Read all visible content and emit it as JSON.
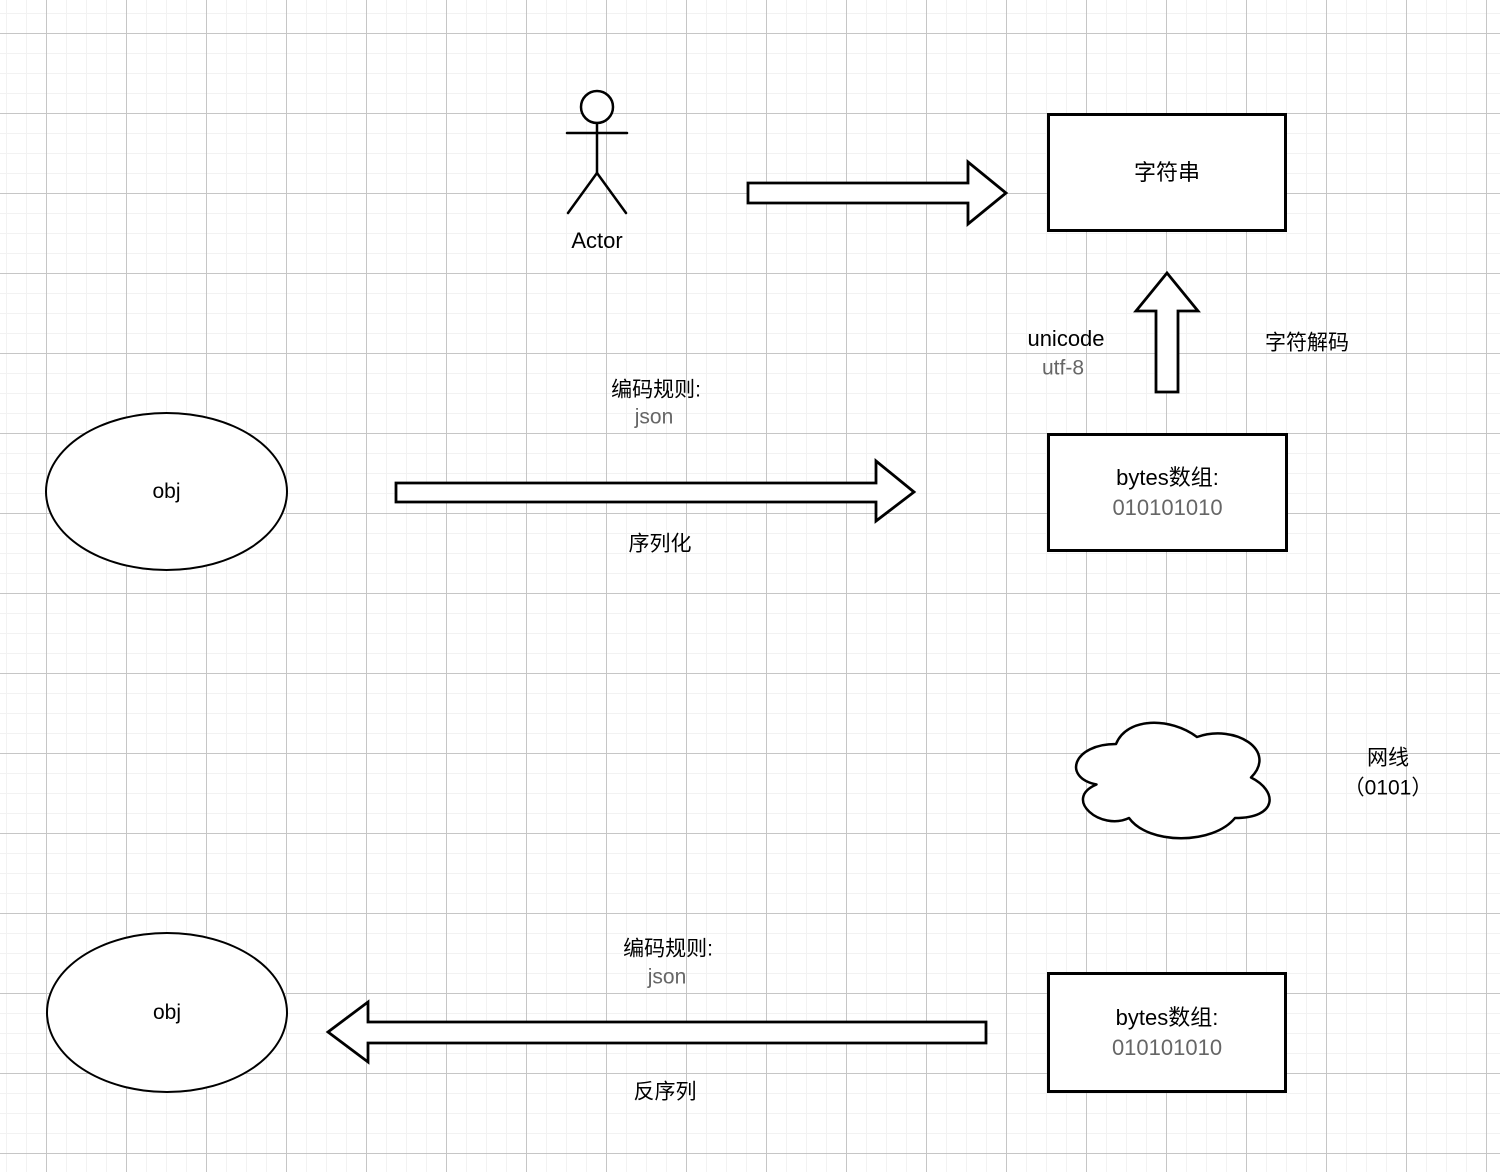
{
  "colors": {
    "stroke": "#000000",
    "shape_fill": "#ffffff",
    "text_primary": "#000000",
    "text_secondary": "#666666",
    "grid_minor": "#f2f2f2",
    "grid_major": "#c6c6c6"
  },
  "actor": {
    "label": "Actor"
  },
  "string_box": {
    "label": "字符串"
  },
  "decode_labels": {
    "line1": "unicode",
    "line2": "utf-8",
    "right": "字符解码"
  },
  "serialize_flow": {
    "rule_title": "编码规则:",
    "rule_value": "json",
    "action": "序列化"
  },
  "bytes_box_top": {
    "title": "bytes数组:",
    "value": "010101010"
  },
  "obj_top": {
    "label": "obj"
  },
  "network_cloud": {
    "label_line1": "网线",
    "label_line2": "（0101）"
  },
  "deserialize_flow": {
    "rule_title": "编码规则:",
    "rule_value": "json",
    "action": "反序列"
  },
  "bytes_box_bottom": {
    "title": "bytes数组:",
    "value": "010101010"
  },
  "obj_bottom": {
    "label": "obj"
  }
}
